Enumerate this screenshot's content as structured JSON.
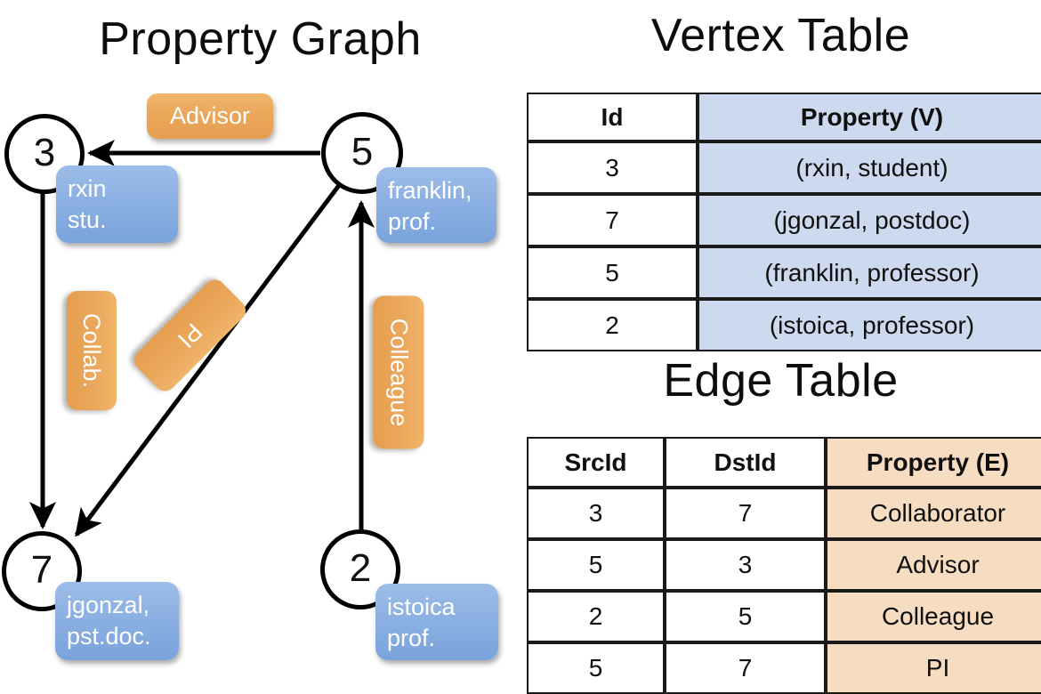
{
  "panels": {
    "graph_title": "Property Graph",
    "vertex_title": "Vertex Table",
    "edge_title": "Edge Table"
  },
  "colors": {
    "vertex_property_fill": "#ccd9ee",
    "edge_property_fill": "#f6ddc2",
    "node_property_box": "#8cb0e2",
    "edge_label_box": "#eaa65a",
    "stroke": "#000000",
    "background": "#ffffff"
  },
  "graph": {
    "nodes": [
      {
        "id": "3",
        "property_lines": [
          "rxin",
          "stu."
        ]
      },
      {
        "id": "5",
        "property_lines": [
          "franklin,",
          "prof."
        ]
      },
      {
        "id": "7",
        "property_lines": [
          "jgonzal,",
          "pst.doc."
        ]
      },
      {
        "id": "2",
        "property_lines": [
          "istoica",
          "prof."
        ]
      }
    ],
    "edges": [
      {
        "from": "5",
        "to": "3",
        "label": "Advisor"
      },
      {
        "from": "3",
        "to": "7",
        "label": "Collab."
      },
      {
        "from": "5",
        "to": "7",
        "label": "PI"
      },
      {
        "from": "2",
        "to": "5",
        "label": "Colleague"
      }
    ]
  },
  "vertex_table": {
    "headers": [
      "Id",
      "Property (V)"
    ],
    "rows": [
      {
        "id": "3",
        "property": "(rxin, student)"
      },
      {
        "id": "7",
        "property": "(jgonzal, postdoc)"
      },
      {
        "id": "5",
        "property": "(franklin, professor)"
      },
      {
        "id": "2",
        "property": "(istoica, professor)"
      }
    ]
  },
  "edge_table": {
    "headers": [
      "SrcId",
      "DstId",
      "Property (E)"
    ],
    "rows": [
      {
        "src": "3",
        "dst": "7",
        "property": "Collaborator"
      },
      {
        "src": "5",
        "dst": "3",
        "property": "Advisor"
      },
      {
        "src": "2",
        "dst": "5",
        "property": "Colleague"
      },
      {
        "src": "5",
        "dst": "7",
        "property": "PI"
      }
    ]
  }
}
